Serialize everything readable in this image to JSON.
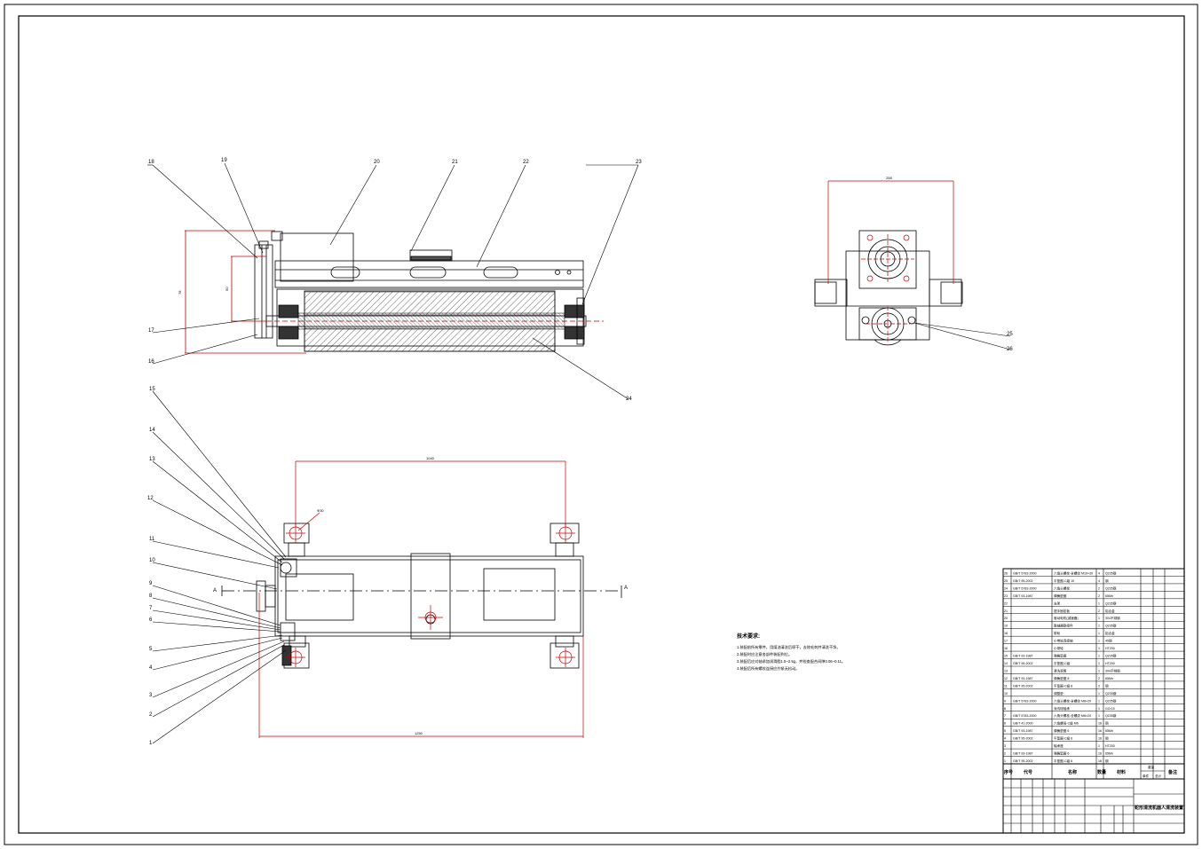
{
  "drawing": {
    "title_block_name": "蛇形清洗机器人清洗装置",
    "view_marker_left": "A",
    "view_marker_right": "A",
    "dimensions": {
      "top_view_height": "78",
      "top_view_inner": "50",
      "side_view_width": "258",
      "plan_span": "1040",
      "plan_overall": "1250",
      "hole_callout": "Φ30"
    },
    "balloons_top": [
      "18",
      "19",
      "20",
      "21",
      "22",
      "23"
    ],
    "balloons_top_left": [
      "17",
      "16"
    ],
    "balloons_top_right": [
      "24"
    ],
    "balloons_side": [
      "25",
      "26"
    ],
    "balloons_plan": [
      "15",
      "14",
      "13",
      "12",
      "11",
      "10",
      "9",
      "8",
      "7",
      "6",
      "5",
      "4",
      "3",
      "2",
      "1"
    ]
  },
  "tech_requirements": {
    "title": "技术要求:",
    "lines": [
      "1.装配前所有零件，用煤油清洗后晾干，去除毛刺并清洗干净。",
      "2.装配时应注意各部件装配到位。",
      "3.装配后应对轴承加润滑脂1.5~2.5g，并检查配合间隙0.06~0.11。",
      "4.装配后所有螺纹连接应拧紧无松动。"
    ]
  },
  "bom": {
    "rows": [
      [
        "26",
        "GB/T 5783-2000",
        "六角头螺栓-全螺纹 M10×30",
        "4",
        "Q235钢"
      ],
      [
        "25",
        "GB/T 95-2002",
        "平垫圈-C级 10",
        "4",
        "钢"
      ],
      [
        "24",
        "GB/T 5783-2000",
        "六角头螺栓",
        "2",
        "Q235钢"
      ],
      [
        "23",
        "GB/T 93-1987",
        "弹簧垫圈",
        "2",
        "65Mn"
      ],
      [
        "22",
        "",
        "支架",
        "1",
        "Q235钢"
      ],
      [
        "21",
        "",
        "提手固定板",
        "2",
        "铝合金"
      ],
      [
        "20",
        "",
        "驱动电机(减速器)",
        "1",
        "304不锈钢"
      ],
      [
        "19",
        "",
        "联轴器联接件",
        "1",
        "Q235钢"
      ],
      [
        "18",
        "",
        "带轮",
        "1",
        "铝合金"
      ],
      [
        "17",
        "",
        "小带轮连接轴",
        "1",
        "45钢"
      ],
      [
        "16",
        "",
        "小带轮",
        "1",
        "HT200"
      ],
      [
        "15",
        "GB/T 93-1987",
        "弹簧垫圈",
        "1",
        "Q235钢"
      ],
      [
        "14",
        "GB/T 95-2002",
        "平垫圈-C级",
        "1",
        "HT200"
      ],
      [
        "13",
        "",
        "清洗滚筒",
        "1",
        "304不锈钢"
      ],
      [
        "12",
        "GB/T 93-1987",
        "弹簧垫圈 8",
        "2",
        "65Mn"
      ],
      [
        "11",
        "GB/T 95-2002",
        "平垫圈-C级 8",
        "2",
        "钢"
      ],
      [
        "10",
        "",
        "调整垫",
        "1",
        "Q235钢"
      ],
      [
        "9",
        "GB/T 5783-2000",
        "六角头螺栓-全螺纹 M8×20",
        "1",
        "Q235钢"
      ],
      [
        "8",
        "",
        "深沟球轴承",
        "1",
        "GCr15"
      ],
      [
        "7",
        "GB/T 5783-2000",
        "六角头螺栓-全螺纹 M6×20",
        "1",
        "Q235钢"
      ],
      [
        "6",
        "GB/T 41-2000",
        "六角螺母-C级 M6",
        "16",
        "钢"
      ],
      [
        "5",
        "GB/T 93-1987",
        "弹簧垫圈 6",
        "16",
        "65Mn"
      ],
      [
        "4",
        "GB/T 95-2002",
        "平垫圈-C级 6",
        "16",
        "钢"
      ],
      [
        "3",
        "",
        "轴承座",
        "1",
        "HT200"
      ],
      [
        "2",
        "GB/T 93-1987",
        "弹簧垫圈 6",
        "16",
        "65Mn"
      ],
      [
        "1",
        "GB/T 95-2002",
        "平垫圈-C级 6",
        "16",
        "钢"
      ]
    ],
    "header": [
      "序号",
      "代号",
      "名称",
      "数量",
      "材料",
      "单件",
      "总计",
      "备注"
    ],
    "header_extra": "重量"
  },
  "colors": {
    "line": "#000000",
    "dimension": "#c00000",
    "center": "#c00000"
  }
}
